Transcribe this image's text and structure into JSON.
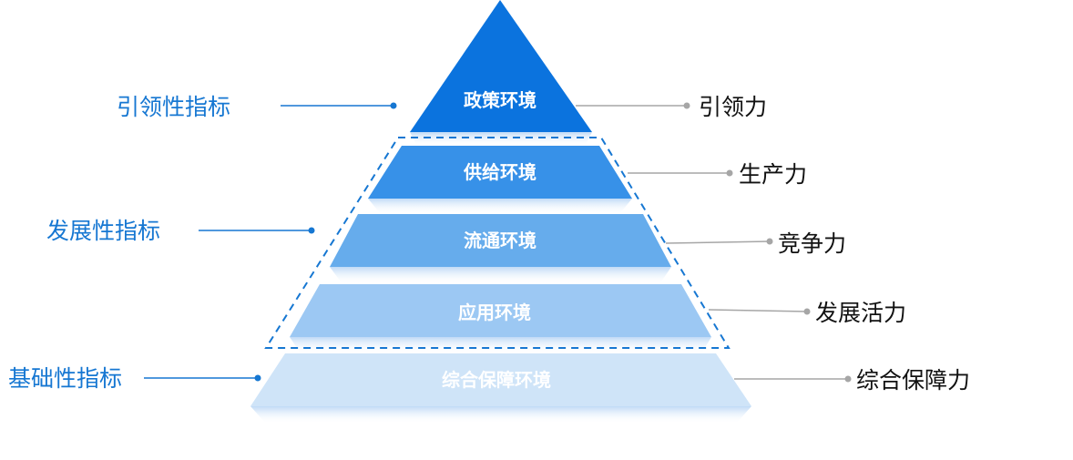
{
  "diagram": {
    "layers": [
      {
        "label": "政策环境",
        "color": "#0b73de",
        "right_label": "引领力"
      },
      {
        "label": "供给环境",
        "color": "#3791e8",
        "right_label": "生产力"
      },
      {
        "label": "流通环境",
        "color": "#66acec",
        "right_label": "竞争力"
      },
      {
        "label": "应用环境",
        "color": "#9cc8f3",
        "right_label": "发展活力"
      },
      {
        "label": "综合保障环境",
        "color": "#cfe4f8",
        "right_label": "综合保障力"
      }
    ],
    "indicators": [
      {
        "label": "引领性指标"
      },
      {
        "label": "发展性指标"
      },
      {
        "label": "基础性指标"
      }
    ],
    "colors": {
      "indicator_line": "#1677d2",
      "connector_line": "#a6a6a6",
      "dashed_frame": "#1677d2"
    }
  }
}
